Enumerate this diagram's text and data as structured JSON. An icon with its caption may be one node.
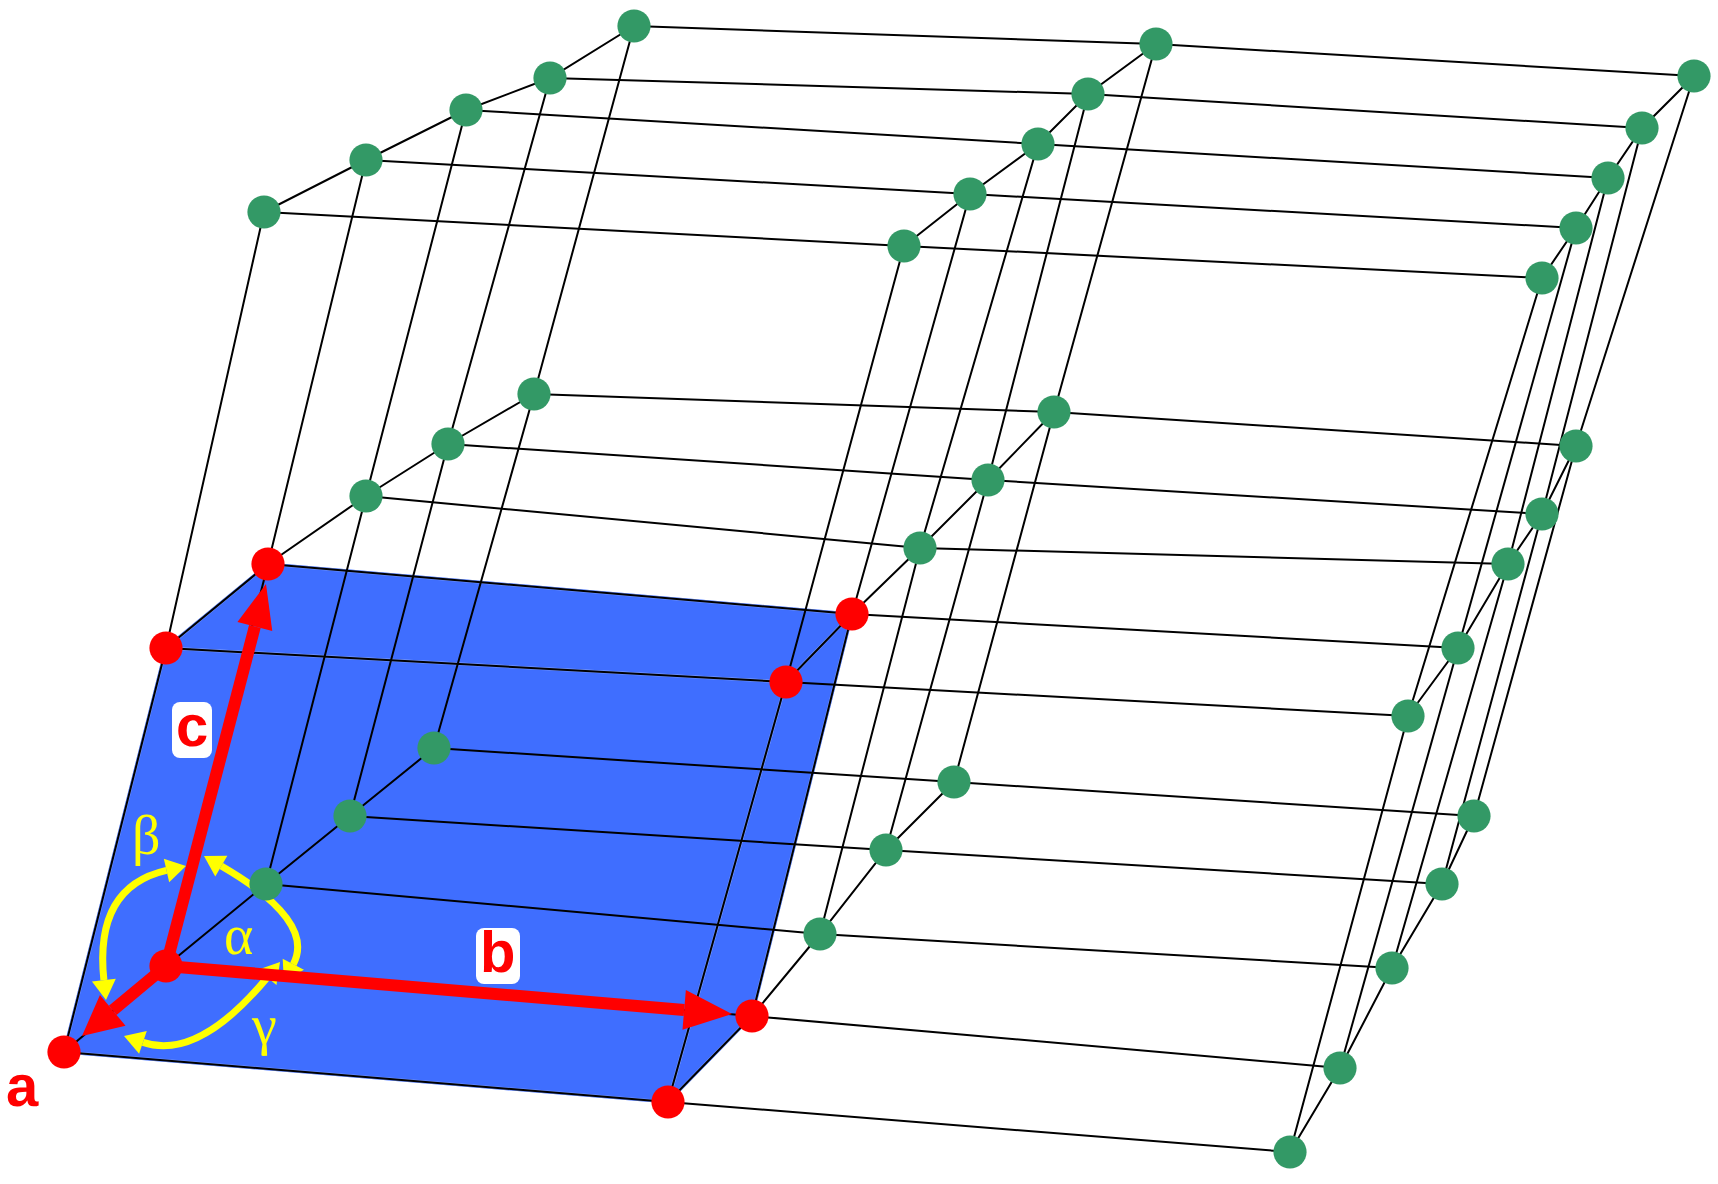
{
  "diagram": {
    "labels": [
      "c",
      "β",
      "α",
      "b",
      "γ",
      "a"
    ]
  }
}
